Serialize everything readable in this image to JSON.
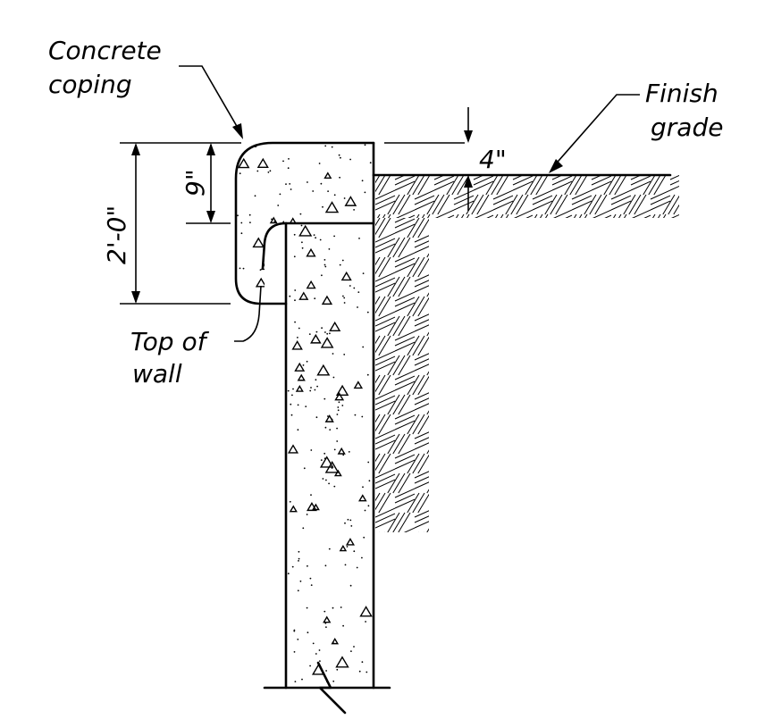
{
  "labels": {
    "coping": [
      "Concrete",
      "coping"
    ],
    "finish_grade": [
      "Finish",
      "grade"
    ],
    "top_of_wall": [
      "Top of",
      "wall"
    ]
  },
  "dimensions": {
    "overall": "2'-0\"",
    "coping_depth": "9\"",
    "grade_offset": "4\""
  }
}
